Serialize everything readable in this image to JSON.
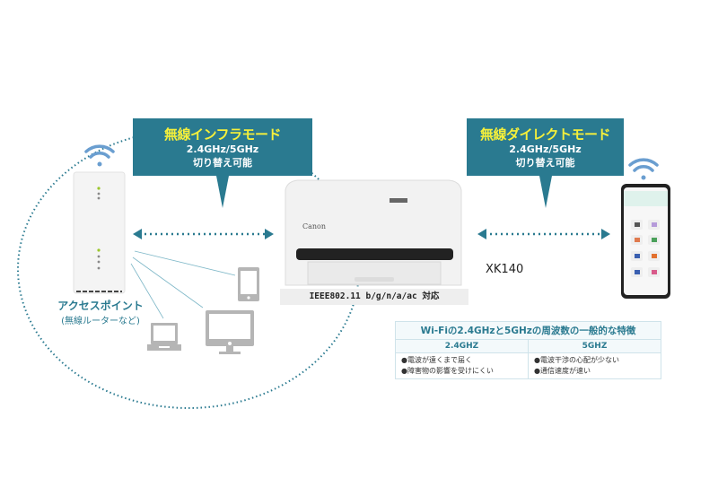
{
  "callouts": {
    "infra": {
      "title": "無線インフラモード",
      "line1": "2.4GHz/5GHz",
      "line2": "切り替え可能"
    },
    "direct": {
      "title": "無線ダイレクトモード",
      "line1": "2.4GHz/5GHz",
      "line2": "切り替え可能"
    }
  },
  "access_point": {
    "label": "アクセスポイント",
    "sublabel": "(無線ルーターなど)"
  },
  "printer": {
    "brand": "Canon",
    "model": "XK140",
    "spec": "IEEE802.11 b/g/n/a/ac 対応"
  },
  "devices": [
    "wifi-router",
    "tablet",
    "laptop",
    "desktop-monitor",
    "smartphone"
  ],
  "colors": {
    "accent": "#2a7a90",
    "highlight": "#f6f03a",
    "device_gray": "#b5b5b5"
  },
  "freq_table": {
    "title": "Wi-Fiの2.4GHzと5GHzの周波数の一般的な特徴",
    "columns": [
      "2.4GHZ",
      "5GHZ"
    ],
    "col1_items": [
      "●電波が遠くまで届く",
      "●障害物の影響を受けにくい"
    ],
    "col2_items": [
      "●電波干渉の心配が少ない",
      "●通信速度が速い"
    ]
  }
}
